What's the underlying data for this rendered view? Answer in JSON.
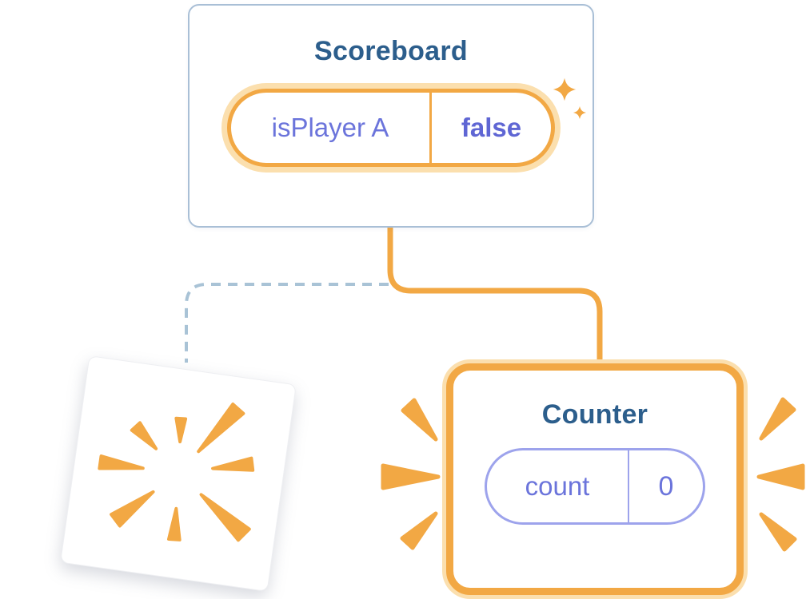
{
  "diagram": {
    "scoreboard": {
      "title": "Scoreboard",
      "state_key": "isPlayer A",
      "state_value": "false"
    },
    "counter": {
      "title": "Counter",
      "state_key": "count",
      "state_value": "0"
    },
    "icons": {
      "sparkles": "sparkle-icon",
      "poof": "poof-burst-icon",
      "emphasis_left": "emphasis-marks-left-icon",
      "emphasis_right": "emphasis-marks-right-icon"
    },
    "colors": {
      "accent_orange": "#F2A844",
      "pale_orange": "#FBDFAE",
      "state_purple": "#6B74DB",
      "state_purple_bold": "#5F66D4",
      "pill_purple_border": "#9DA3EC",
      "title_blue": "#2C5E8C",
      "card_border_blue": "#A9BFD6",
      "dashed_connector_blue": "#A9C3D6",
      "background": "#FFFFFF"
    }
  }
}
